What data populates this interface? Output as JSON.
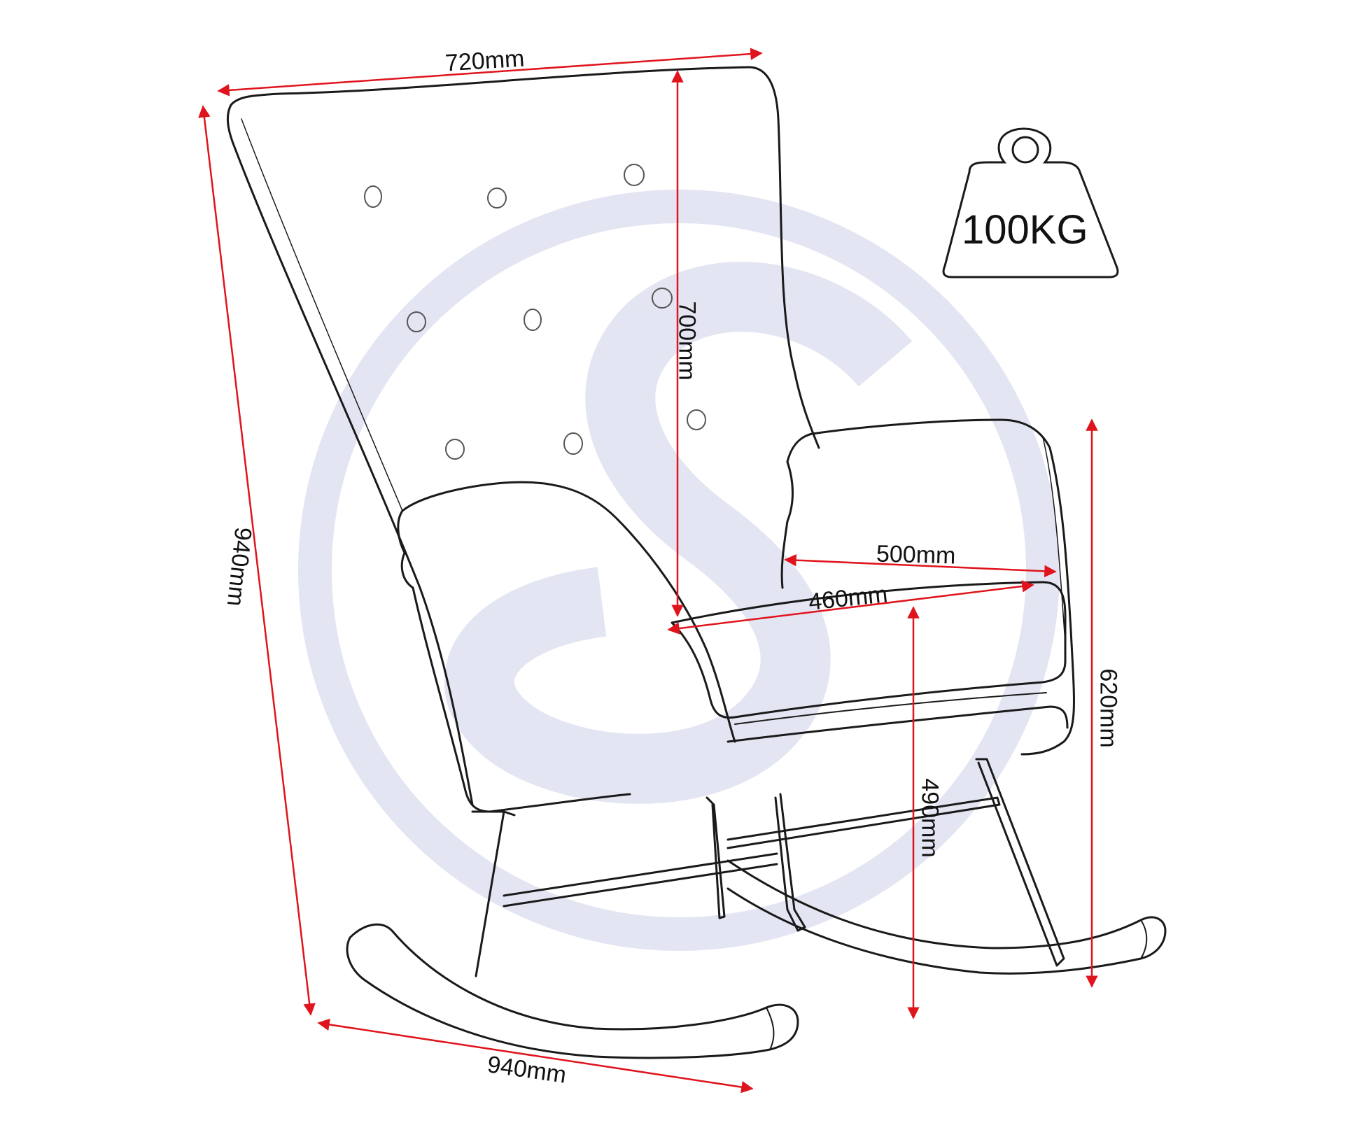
{
  "title": "Rocking chair dimension diagram",
  "colors": {
    "background": "#ffffff",
    "outline": "#1a1a1a",
    "dimension_arrow": "#e0141c",
    "watermark": "#e4e5f3",
    "label_text": "#111111"
  },
  "weight_badge": {
    "icon": "weight-icon",
    "label": "100KG"
  },
  "watermark": {
    "icon": "s-logo-watermark-icon"
  },
  "dimensions": {
    "overall_width": "720mm",
    "back_height": "700mm",
    "overall_height": "940mm",
    "overall_depth": "940mm",
    "arm_width": "500mm",
    "seat_depth": "460mm",
    "seat_height": "490mm",
    "arm_height": "620mm"
  },
  "button_tufts_count": 9
}
